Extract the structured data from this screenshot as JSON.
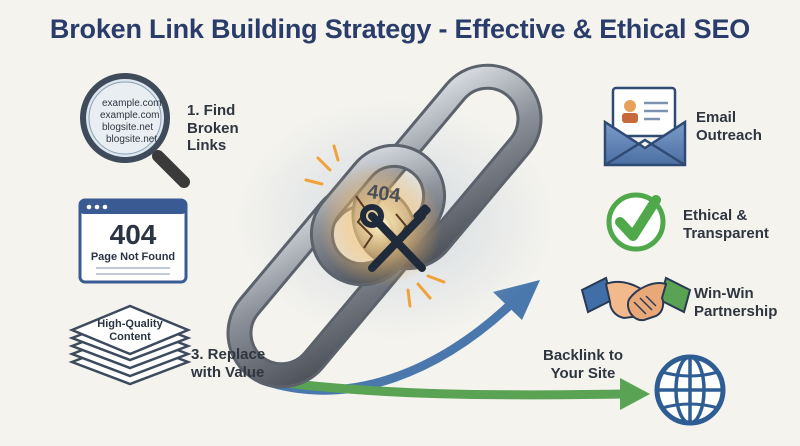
{
  "title": "Broken Link Building Strategy - Effective & Ethical SEO",
  "left": {
    "find": {
      "label_lines": [
        "1. Find",
        "Broken",
        "Links"
      ],
      "domains": [
        "example.com",
        "example.com",
        "blogsite.net",
        "blogsite.net"
      ]
    },
    "error_card": {
      "code": "404",
      "text": "Page Not Found"
    },
    "content_stack": {
      "text_lines": [
        "High-Quality",
        "Content"
      ]
    },
    "replace": {
      "label_lines": [
        "3. Replace",
        "with Value"
      ]
    }
  },
  "center": {
    "chain_code": "404"
  },
  "right": {
    "email": {
      "label_lines": [
        "Email",
        "Outreach"
      ]
    },
    "ethical": {
      "label_lines": [
        "Ethical &",
        "Transparent"
      ]
    },
    "winwin": {
      "label_lines": [
        "Win-Win",
        "Partnership"
      ]
    },
    "backlink": {
      "label_lines": [
        "Backlink to",
        "Your Site"
      ]
    }
  },
  "colors": {
    "title": "#2a3d6a",
    "blue_arrow": "#4a78ad",
    "green_arrow": "#5aa354",
    "check_green": "#4fa84a",
    "card_blue": "#3a5a94",
    "globe_blue": "#2e5d94",
    "spark_orange": "#f0a23a"
  },
  "icons": [
    "magnifier-icon",
    "error-page-icon",
    "content-stack-icon",
    "broken-chain-icon",
    "wrench-icon",
    "email-icon",
    "checkmark-icon",
    "handshake-icon",
    "globe-icon"
  ]
}
